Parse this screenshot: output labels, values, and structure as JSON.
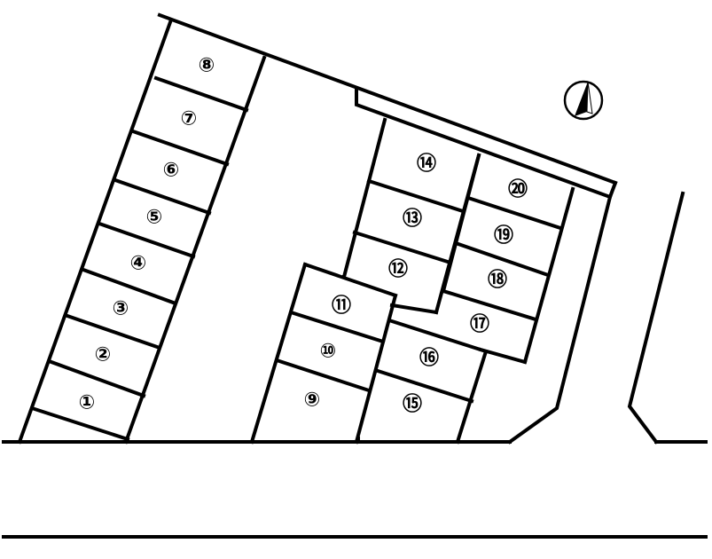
{
  "lots": [
    {
      "id": 1,
      "label": "①"
    },
    {
      "id": 2,
      "label": "②"
    },
    {
      "id": 3,
      "label": "③"
    },
    {
      "id": 4,
      "label": "④"
    },
    {
      "id": 5,
      "label": "⑤"
    },
    {
      "id": 6,
      "label": "⑥"
    },
    {
      "id": 7,
      "label": "⑦"
    },
    {
      "id": 8,
      "label": "⑧"
    },
    {
      "id": 9,
      "label": "⑨"
    },
    {
      "id": 10,
      "label": "⑩"
    },
    {
      "id": 11,
      "label": "⑪"
    },
    {
      "id": 12,
      "label": "⑫"
    },
    {
      "id": 13,
      "label": "⑬"
    },
    {
      "id": 14,
      "label": "⑭"
    },
    {
      "id": 15,
      "label": "⑮"
    },
    {
      "id": 16,
      "label": "⑯"
    },
    {
      "id": 17,
      "label": "⑰"
    },
    {
      "id": 18,
      "label": "⑱"
    },
    {
      "id": 19,
      "label": "⑲"
    },
    {
      "id": 20,
      "label": "⑳"
    }
  ],
  "compass": {
    "icon": "north-arrow-icon"
  }
}
